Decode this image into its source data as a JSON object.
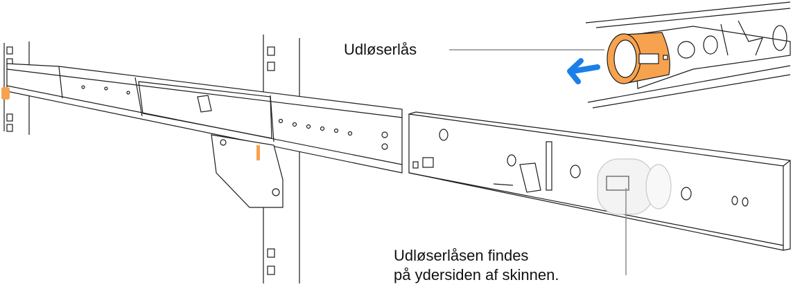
{
  "callouts": {
    "release_lock": "Udløserlås",
    "location_line1": "Udløserlåsen findes",
    "location_line2": "på ydersiden af skinnen."
  },
  "colors": {
    "accent_orange": "#F7A24E",
    "arrow_blue": "#1A7FEA",
    "line": "#1a1a1a",
    "leader": "#8a8a8a"
  },
  "icons": [
    "rack-rail-illustration",
    "release-lock-detail",
    "pull-direction-arrow"
  ]
}
